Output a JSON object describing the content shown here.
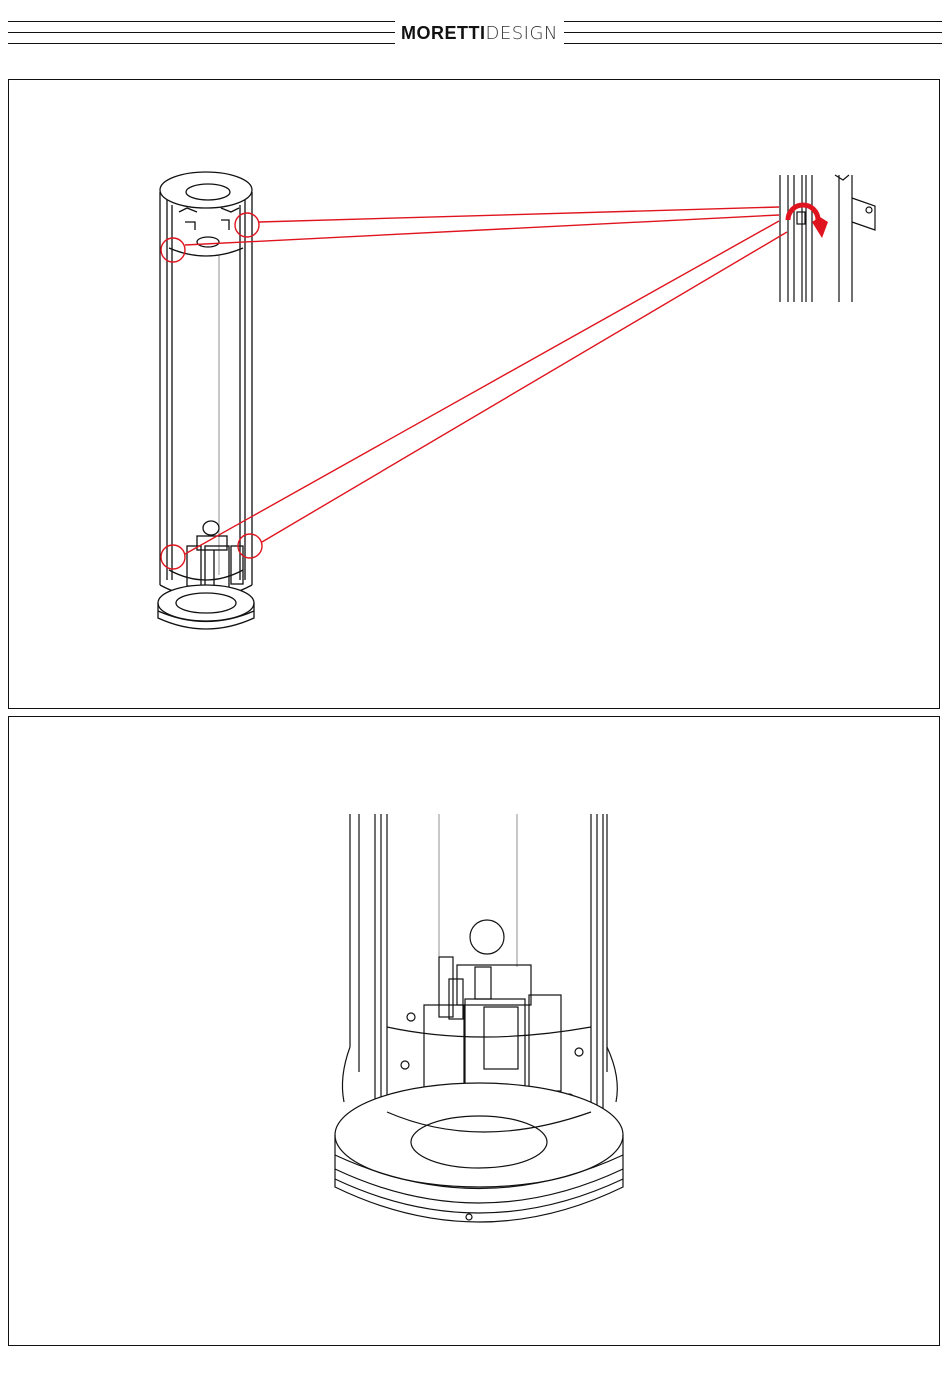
{
  "header": {
    "brand_bold": "MORETTI",
    "brand_light": "DESIGN"
  },
  "figures": [
    {
      "name": "step-1-overview",
      "callout_color": "#e0141e",
      "marked_screws": 4
    },
    {
      "name": "step-2-base-detail"
    }
  ],
  "icons": [
    "rotate-arrow-icon"
  ]
}
